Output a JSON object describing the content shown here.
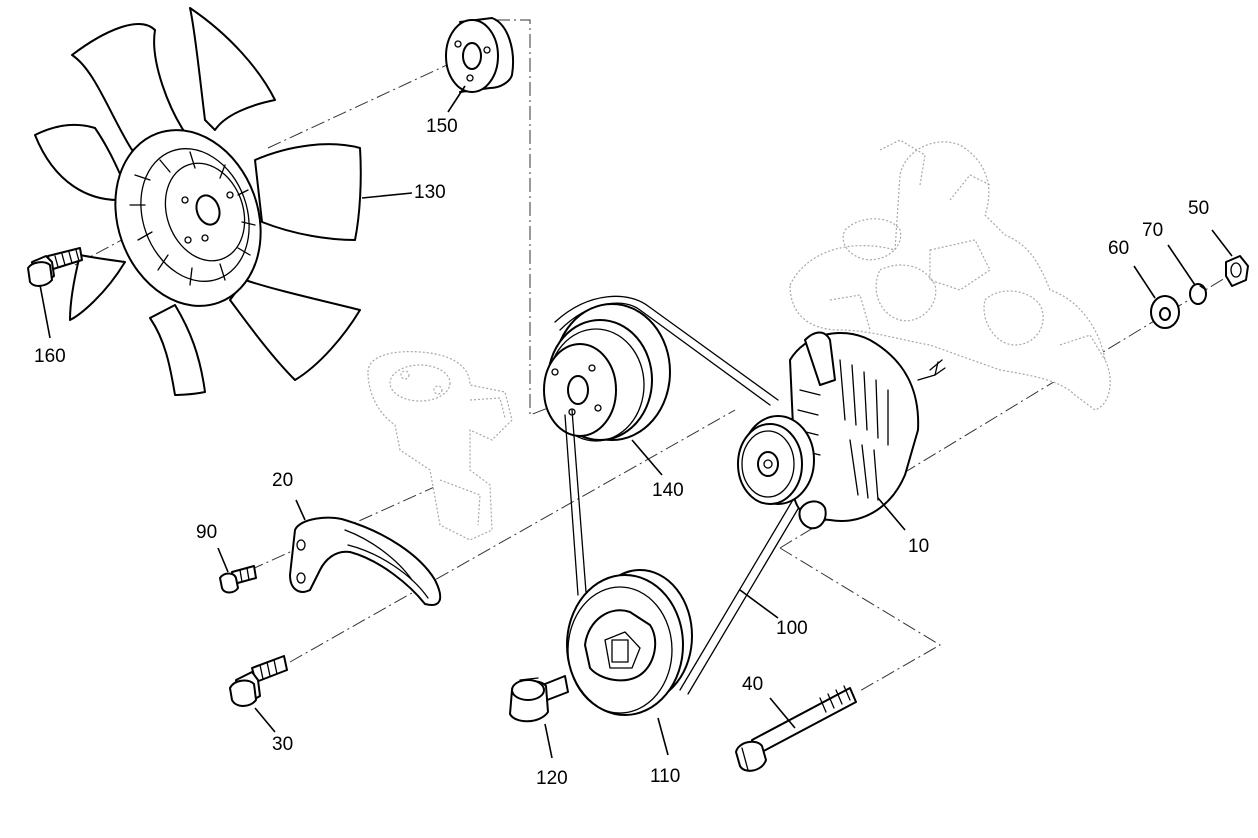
{
  "diagram": {
    "callouts": [
      {
        "id": "c10",
        "label": "10"
      },
      {
        "id": "c20",
        "label": "20"
      },
      {
        "id": "c30",
        "label": "30"
      },
      {
        "id": "c40",
        "label": "40"
      },
      {
        "id": "c50",
        "label": "50"
      },
      {
        "id": "c60",
        "label": "60"
      },
      {
        "id": "c70",
        "label": "70"
      },
      {
        "id": "c90",
        "label": "90"
      },
      {
        "id": "c100",
        "label": "100"
      },
      {
        "id": "c110",
        "label": "110"
      },
      {
        "id": "c120",
        "label": "120"
      },
      {
        "id": "c130",
        "label": "130"
      },
      {
        "id": "c140",
        "label": "140"
      },
      {
        "id": "c150",
        "label": "150"
      },
      {
        "id": "c160",
        "label": "160"
      }
    ]
  }
}
